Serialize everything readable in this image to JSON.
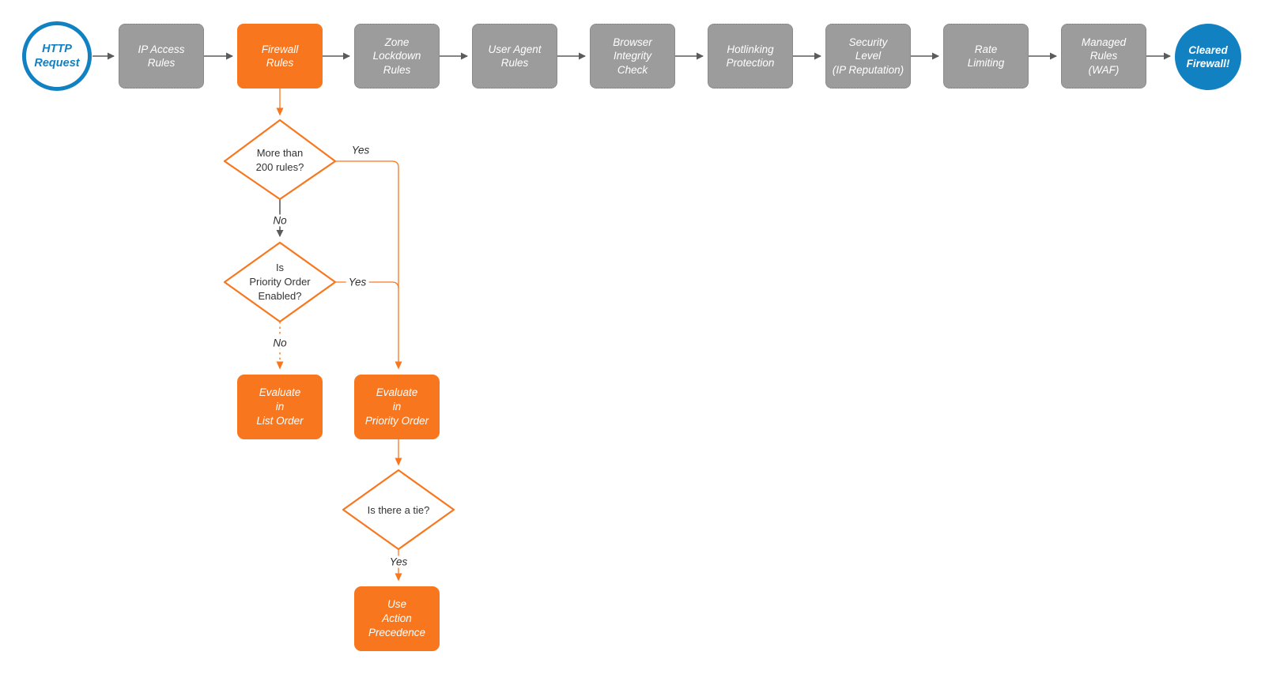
{
  "colors": {
    "orange": "#F8771E",
    "gray": "#9C9C9C",
    "blue": "#1181C2",
    "connector_gray": "#5B5B5B"
  },
  "pipeline": {
    "start": {
      "label": "HTTP\nRequest"
    },
    "steps": [
      {
        "label": "IP Access\nRules"
      },
      {
        "label": "Firewall\nRules"
      },
      {
        "label": "Zone\nLockdown\nRules"
      },
      {
        "label": "User Agent\nRules"
      },
      {
        "label": "Browser\nIntegrity\nCheck"
      },
      {
        "label": "Hotlinking\nProtection"
      },
      {
        "label": "Security\nLevel\n(IP Reputation)"
      },
      {
        "label": "Rate\nLimiting"
      },
      {
        "label": "Managed\nRules\n(WAF)"
      }
    ],
    "end": {
      "label": "Cleared\nFirewall!"
    }
  },
  "decisions": {
    "more_rules": {
      "label": "More than\n200 rules?",
      "yes": "Yes",
      "no": "No"
    },
    "priority_enabled": {
      "label": "Is\nPriority Order\nEnabled?",
      "yes": "Yes",
      "no": "No"
    },
    "tie": {
      "label": "Is there a tie?",
      "yes": "Yes"
    }
  },
  "actions": {
    "list_order": {
      "label": "Evaluate\nin\nList Order"
    },
    "priority_order": {
      "label": "Evaluate\nin\nPriority Order"
    },
    "action_precedence": {
      "label": "Use\nAction\nPrecedence"
    }
  }
}
